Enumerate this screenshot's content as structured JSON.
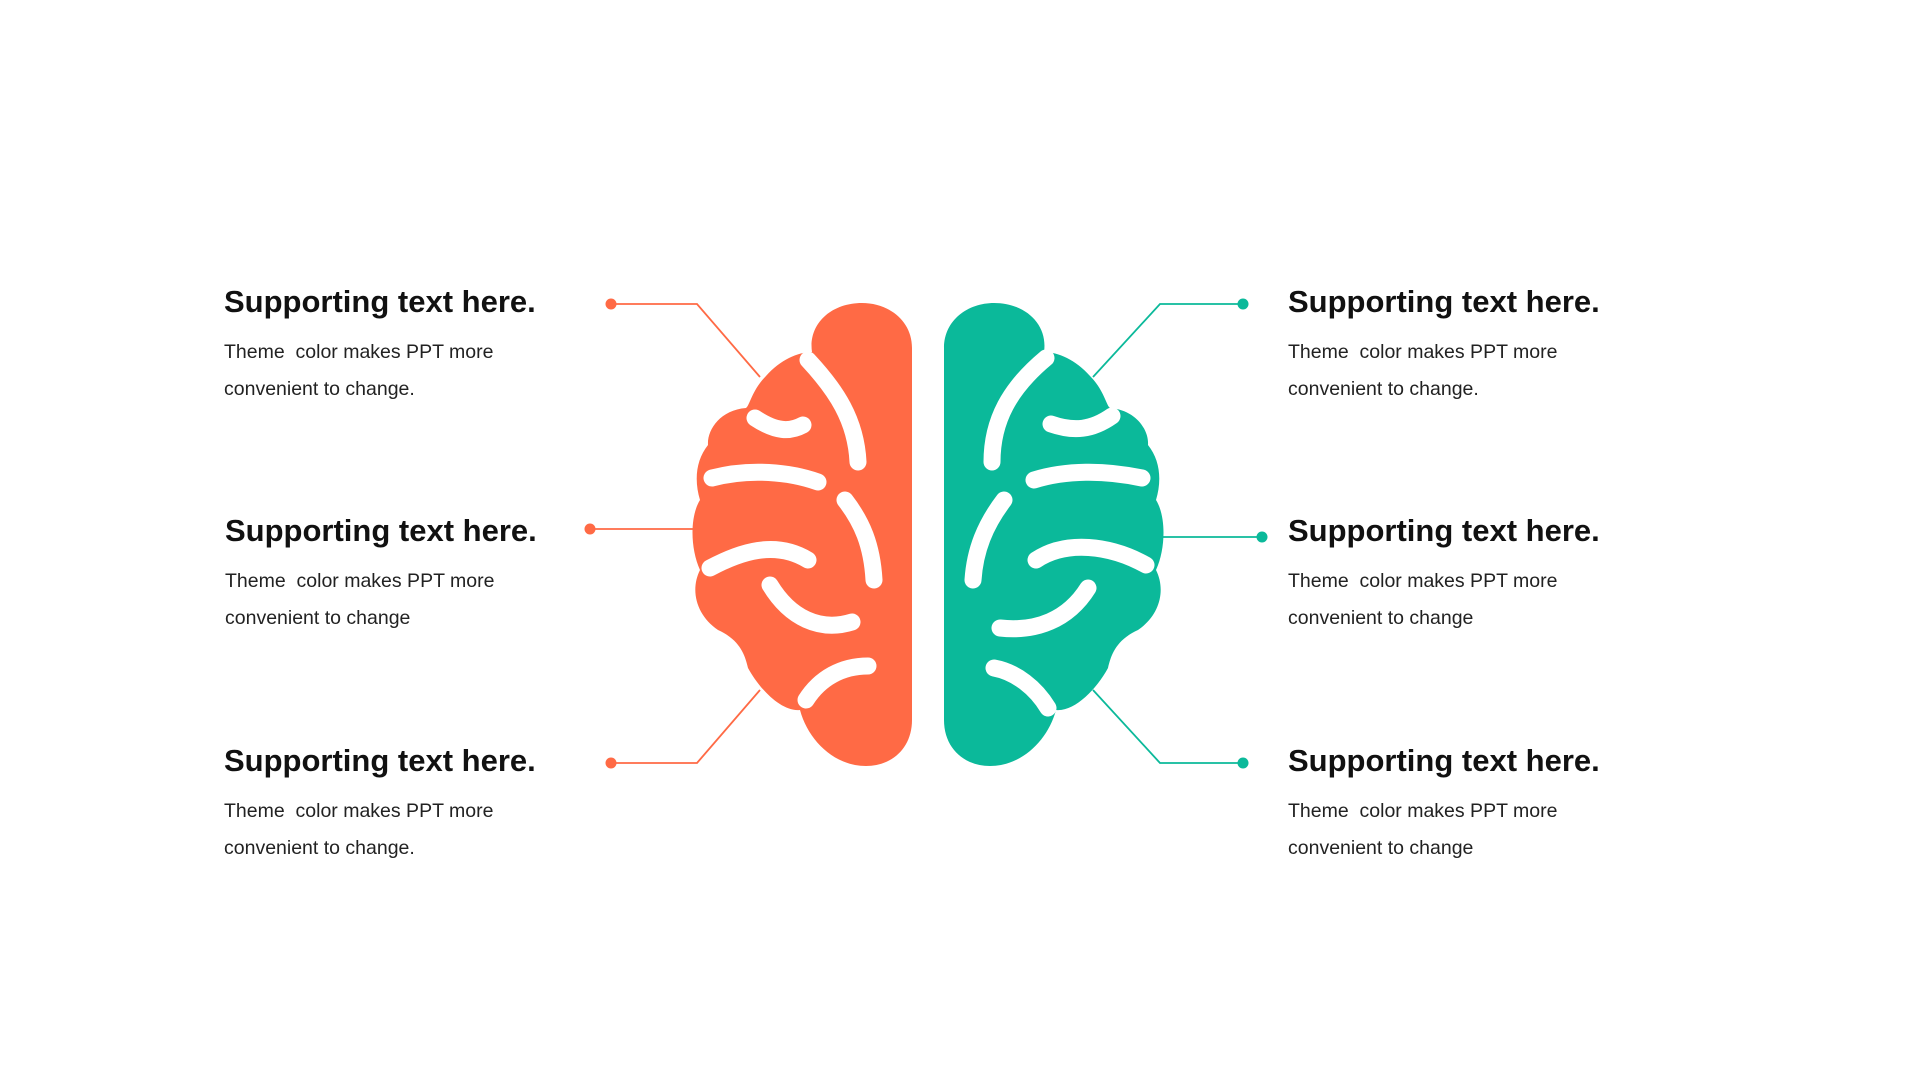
{
  "colors": {
    "left_accent": "#FF6A45",
    "right_accent": "#0BB99A",
    "heading": "#111111",
    "body": "#222222",
    "background": "#FFFFFF"
  },
  "left_items": [
    {
      "heading": "Supporting text here.",
      "line1": "Theme  color makes PPT more",
      "line2": "convenient to change."
    },
    {
      "heading": "Supporting text here.",
      "line1": "Theme  color makes PPT more",
      "line2": "convenient to change"
    },
    {
      "heading": "Supporting text here.",
      "line1": "Theme  color makes PPT more",
      "line2": "convenient to change."
    }
  ],
  "right_items": [
    {
      "heading": "Supporting text here.",
      "line1": "Theme  color makes PPT more",
      "line2": "convenient to change."
    },
    {
      "heading": "Supporting text here.",
      "line1": "Theme  color makes PPT more",
      "line2": "convenient to change"
    },
    {
      "heading": "Supporting text here.",
      "line1": "Theme  color makes PPT more",
      "line2": "convenient to change"
    }
  ],
  "icons": {
    "left_hemisphere": "brain-left-hemisphere-icon",
    "right_hemisphere": "brain-right-hemisphere-icon"
  }
}
